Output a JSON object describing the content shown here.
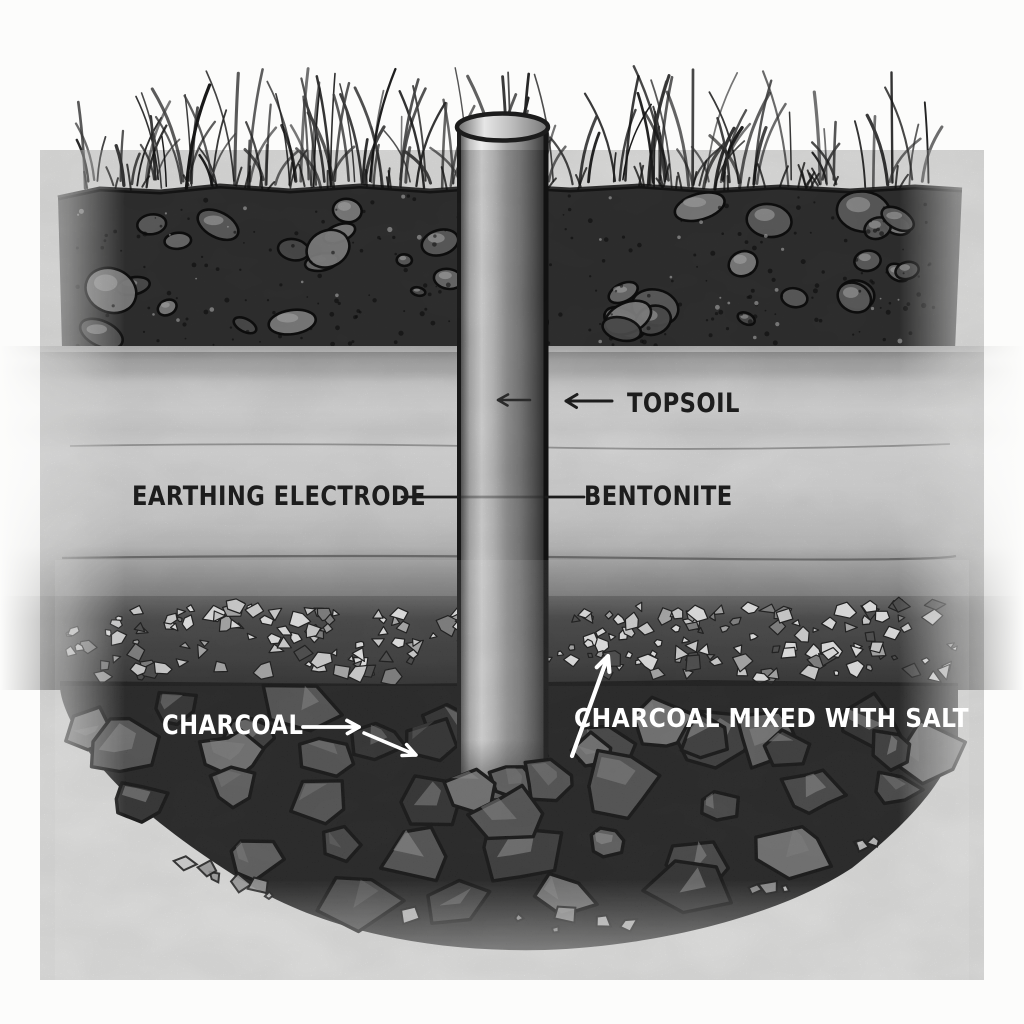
{
  "labels": {
    "topsoil": "TOPSOIL",
    "earthing_electrode": "EARTHING ELECTRODE",
    "bentonite": "BENTONITE",
    "charcoal": "CHARCOAL",
    "charcoal_mixed_with_salt": "CHARCOAL MIXED WITH SALT"
  },
  "style": {
    "ink_color": "#1d1d1d",
    "light_label_color": "#ffffff",
    "paper_color": "#fbfbfa",
    "topsoil_color": "#383838",
    "bentonite_color": "#efefef",
    "gravel_salt_color": "#3a3a3a",
    "charcoal_color": "#232323",
    "electrode_highlight": "#efefef",
    "electrode_shadow": "#262626"
  }
}
